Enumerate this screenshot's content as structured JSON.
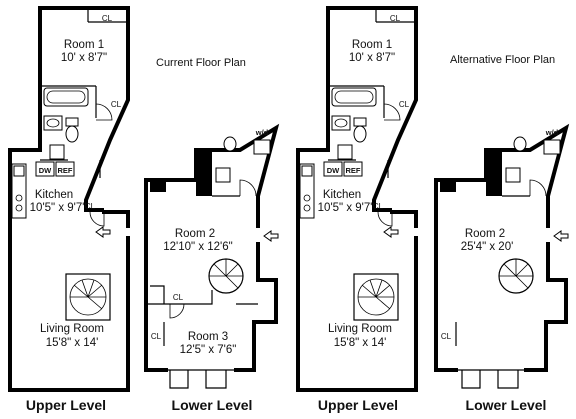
{
  "titles": {
    "current": "Current Floor Plan",
    "alternative": "Alternative Floor Plan"
  },
  "levels": {
    "upper": "Upper Level",
    "lower": "Lower Level"
  },
  "rooms": {
    "room1": {
      "name": "Room 1",
      "size": "10' x 8'7\""
    },
    "kitchen": {
      "name": "Kitchen",
      "size": "10'5\" x 9'7\""
    },
    "living": {
      "name": "Living Room",
      "size": "15'8\" x 14'"
    },
    "room2_current": {
      "name": "Room 2",
      "size": "12'10\" x 12'6\""
    },
    "room3": {
      "name": "Room 3",
      "size": "12'5\" x 7'6\""
    },
    "room2_alt": {
      "name": "Room 2",
      "size": "25'4\" x 20'"
    }
  },
  "fixtures": {
    "closet": "CL",
    "dishwasher": "DW",
    "refrigerator": "REF",
    "washer_dryer": "w/d"
  }
}
